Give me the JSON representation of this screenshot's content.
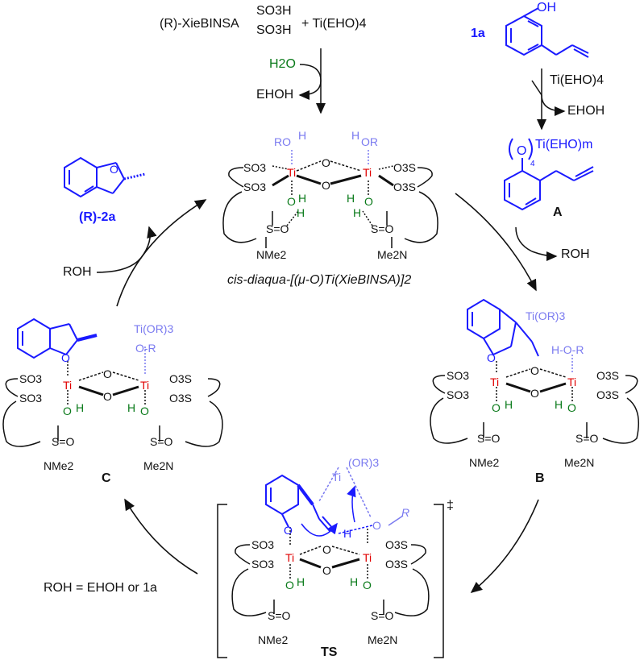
{
  "top": {
    "catalyst_label": "(R)-XieBINSA",
    "so3h_top": "SO3H",
    "so3h_bottom": "SO3H",
    "ti_reagent": "+ Ti(EHO)4",
    "water": "H2O",
    "ehoh": "EHOH"
  },
  "substrate": {
    "label": "1a",
    "oh": "OH",
    "reagent": "Ti(EHO)4",
    "byproduct": "EHOH"
  },
  "intermediate_A": {
    "label": "A",
    "ti_group": "Ti(EHO)m",
    "o": "O",
    "subscript_n": "4",
    "byproduct": "ROH"
  },
  "central": {
    "name": "cis-diaqua-[(μ-O)Ti(XieBINSA)]2",
    "ro_h_left": "RO",
    "h_left": "H",
    "h_right": "H",
    "or_right": "OR",
    "so3": "SO3",
    "o3s": "O3S",
    "ti": "Ti",
    "o": "O",
    "h": "H",
    "s_eq_o": "S=O",
    "nme2": "NMe2",
    "me2n": "Me2N"
  },
  "product": {
    "label": "(R)-2a",
    "o": "O",
    "roh": "ROH"
  },
  "intermediate_B": {
    "label": "B",
    "ti_or3": "Ti(OR)3",
    "ho_r": "H-O-R",
    "o": "O"
  },
  "intermediate_C": {
    "label": "C",
    "ti_or3": "Ti(OR)3",
    "o_r": "O-R",
    "o": "O"
  },
  "transition_state": {
    "label": "TS",
    "or3": "(OR)3",
    "ti": "Ti",
    "o": "O",
    "r": "R",
    "h": "H",
    "dagger": "‡"
  },
  "note": "ROH = EHOH or 1a",
  "colors": {
    "black": "#111111",
    "blue": "#1a1aff",
    "light_blue": "#7a7af0",
    "red": "#e00000",
    "green": "#0a7a1a"
  }
}
